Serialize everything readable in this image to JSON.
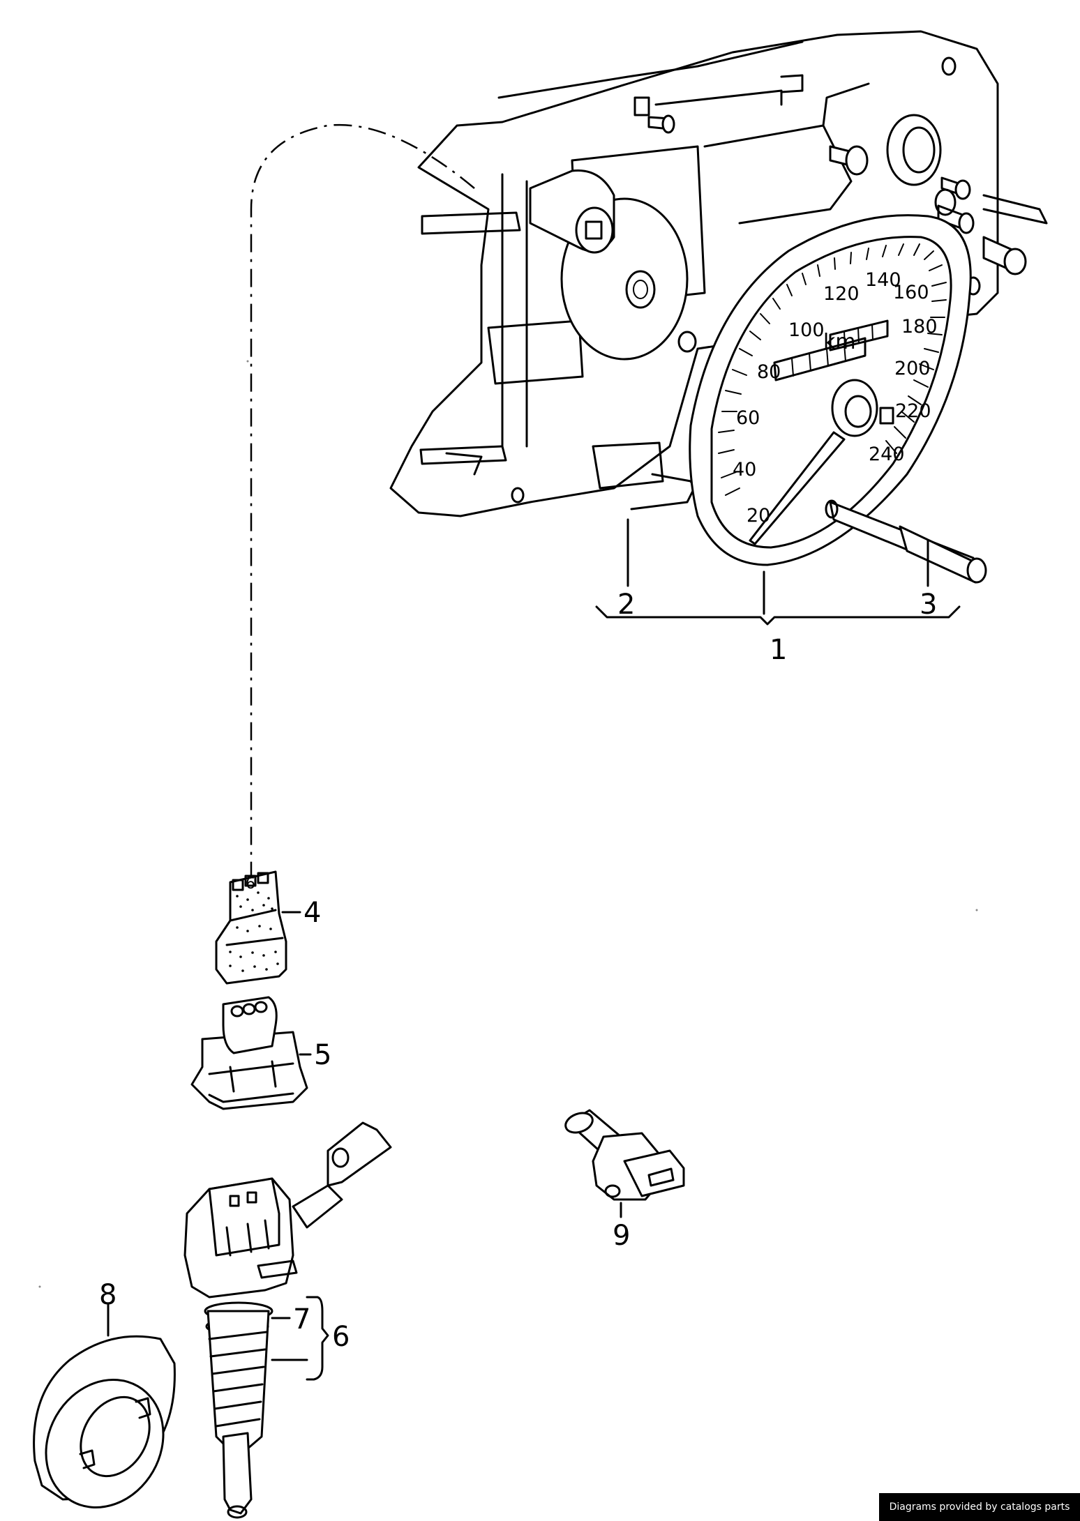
{
  "callouts": {
    "c1": "1",
    "c2": "2",
    "c3": "3",
    "c4": "4",
    "c5": "5",
    "c6": "6",
    "c7": "7",
    "c8": "8",
    "c9": "9"
  },
  "dial": {
    "unit": "km",
    "marks": [
      "20",
      "40",
      "60",
      "80",
      "100",
      "120",
      "140",
      "160",
      "180",
      "200",
      "220",
      "240"
    ]
  },
  "credit": "Diagrams provided by catalogs parts"
}
